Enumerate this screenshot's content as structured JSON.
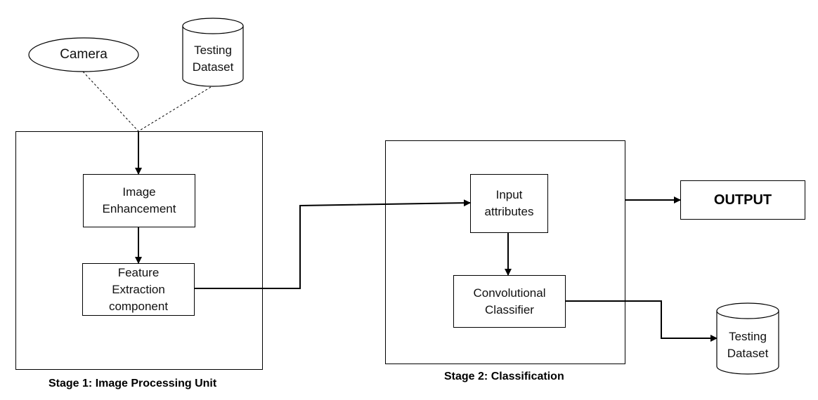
{
  "camera": {
    "label": "Camera"
  },
  "db_top": {
    "line1": "Testing",
    "line2": "Dataset"
  },
  "stage1": {
    "caption": "Stage 1: Image Processing Unit",
    "enhancement": {
      "line1": "Image",
      "line2": "Enhancement"
    },
    "feature": {
      "line1": "Feature",
      "line2": "Extraction",
      "line3": "component"
    }
  },
  "stage2": {
    "caption": "Stage 2: Classification",
    "input": {
      "line1": "Input",
      "line2": "attributes"
    },
    "classifier": {
      "line1": "Convolutional",
      "line2": "Classifier"
    }
  },
  "output": {
    "label": "OUTPUT"
  },
  "db_bottom": {
    "line1": "Testing",
    "line2": "Dataset"
  }
}
